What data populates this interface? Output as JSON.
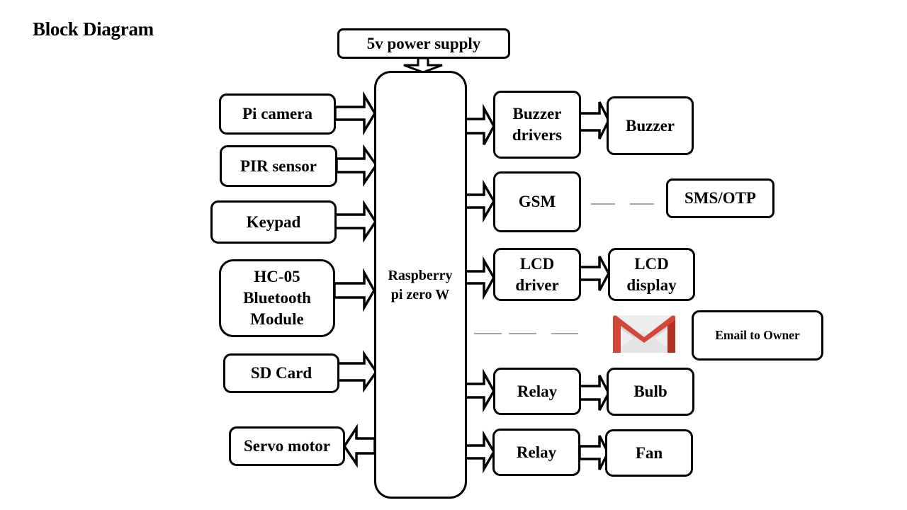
{
  "title": "Block Diagram",
  "power": {
    "label": "5v power supply"
  },
  "controller": {
    "line1": "Raspberry",
    "line2": "pi zero W"
  },
  "inputs": [
    {
      "lines": [
        "Pi camera"
      ]
    },
    {
      "lines": [
        "PIR sensor"
      ]
    },
    {
      "lines": [
        "Keypad"
      ]
    },
    {
      "lines": [
        "HC-05",
        "Bluetooth",
        "Module"
      ]
    },
    {
      "lines": [
        "SD Card"
      ]
    }
  ],
  "output_left": {
    "lines": [
      "Servo motor"
    ]
  },
  "outputs": [
    {
      "driver": [
        "Buzzer",
        "drivers"
      ],
      "device": [
        "Buzzer"
      ],
      "link": "arrow"
    },
    {
      "driver": [
        "GSM"
      ],
      "device": [
        "SMS/OTP"
      ],
      "link": "dashed"
    },
    {
      "driver": [
        "LCD",
        "driver"
      ],
      "device": [
        "LCD",
        "display"
      ],
      "link": "arrow"
    },
    {
      "driver": [
        "Relay"
      ],
      "device": [
        "Bulb"
      ],
      "link": "arrow"
    },
    {
      "driver": [
        "Relay"
      ],
      "device": [
        "Fan"
      ],
      "link": "arrow"
    }
  ],
  "email": {
    "icon": "gmail-icon",
    "label": "Email to Owner"
  },
  "colors": {
    "stroke": "#000000",
    "gmail_red": "#d44638",
    "gmail_dark_red": "#b23121",
    "gmail_body": "#eeeeee",
    "dash": "#888888"
  }
}
